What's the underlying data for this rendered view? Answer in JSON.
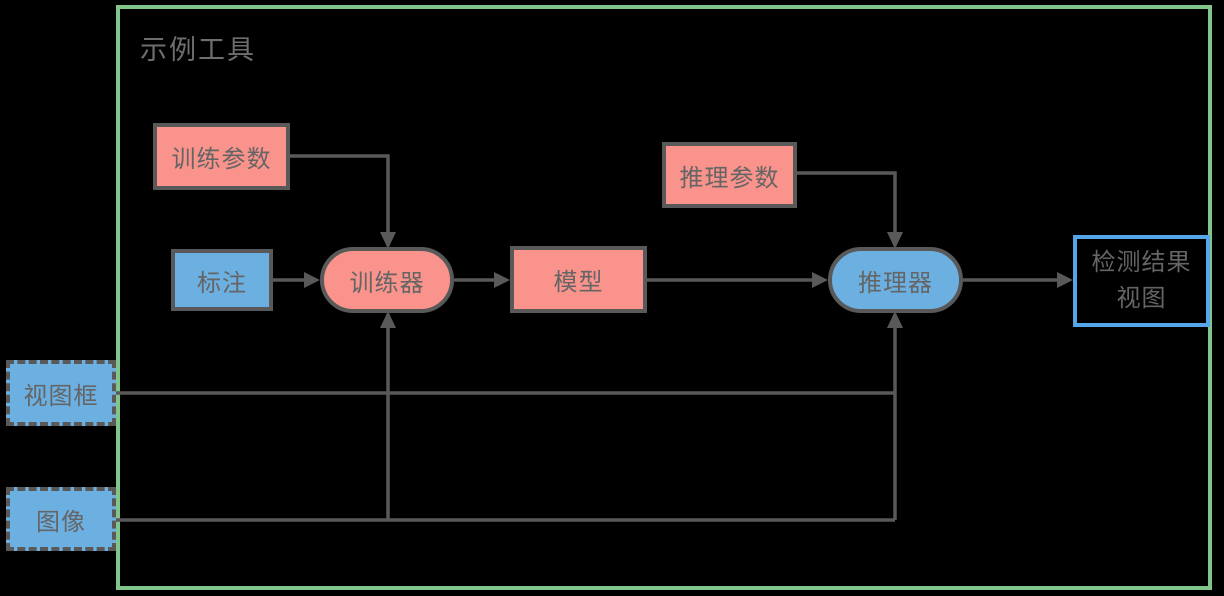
{
  "diagram": {
    "title": "示例工具",
    "nodes": {
      "training_params": {
        "label": "训练参数"
      },
      "annotation": {
        "label": "标注"
      },
      "trainer": {
        "label": "训练器"
      },
      "model": {
        "label": "模型"
      },
      "inference_params": {
        "label": "推理参数"
      },
      "inferencer": {
        "label": "推理器"
      },
      "result_view": {
        "label_line1": "检测结果",
        "label_line2": "视图"
      },
      "view_frame": {
        "label": "视图框"
      },
      "image": {
        "label": "图像"
      }
    },
    "edges": [
      {
        "from": "training_params",
        "to": "trainer"
      },
      {
        "from": "annotation",
        "to": "trainer"
      },
      {
        "from": "trainer",
        "to": "model"
      },
      {
        "from": "model",
        "to": "inferencer"
      },
      {
        "from": "inference_params",
        "to": "inferencer"
      },
      {
        "from": "inferencer",
        "to": "result_view"
      },
      {
        "from": "view_frame",
        "to": "trainer"
      },
      {
        "from": "view_frame",
        "to": "inferencer"
      },
      {
        "from": "image",
        "to": "trainer"
      },
      {
        "from": "image",
        "to": "inferencer"
      }
    ],
    "colors": {
      "background": "#000000",
      "container_border": "#82C58B",
      "node_border": "#595959",
      "pink_fill": "#F9938B",
      "blue_fill": "#6CB0E2",
      "result_border": "#55A6E8",
      "edge_stroke": "#595959",
      "text": "#656565"
    }
  }
}
